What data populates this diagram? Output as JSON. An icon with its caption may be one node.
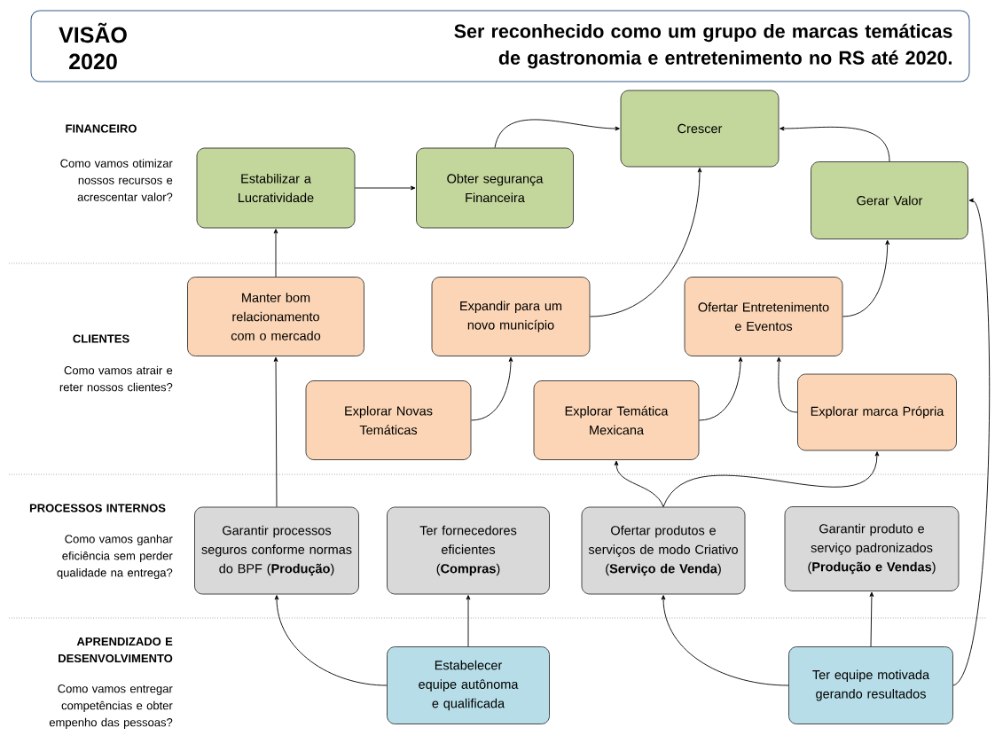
{
  "diagram": {
    "nodes": [
      {
        "text": [
          "VISÃO 2020",
          "Ser reconhecido como um grupo de marcas temáticas de gastronomia e entretenimento no RS até 2020."
        ]
      },
      {
        "text": [
          "Crescer"
        ]
      },
      {
        "text": [
          "Estabilizar a Lucratividade"
        ]
      },
      {
        "text": [
          "Obter segurança Financeira"
        ]
      },
      {
        "text": [
          "Gerar Valor"
        ]
      },
      {
        "text": [
          "Manter bom relacionamento com o mercado"
        ]
      },
      {
        "text": [
          "Expandir para um novo município"
        ]
      },
      {
        "text": [
          "Ofertar Entretenimento e Eventos"
        ]
      },
      {
        "text": [
          "Explorar Novas Temáticas"
        ]
      },
      {
        "text": [
          "Explorar Temática Mexicana"
        ]
      },
      {
        "text": [
          "Explorar marca Própria"
        ]
      },
      {
        "text": [
          "Garantir processos seguros conforme normas do BPF (**Produção**)"
        ]
      },
      {
        "text": [
          "Ter fornecedores eficientes (**Compras**)"
        ]
      },
      {
        "text": [
          "Ofertar produtos e serviços de modo Criativo (**Serviço de Venda**)"
        ]
      },
      {
        "text": [
          "Garantir produto e serviço padronizados (**Produção e Vendas**)"
        ]
      },
      {
        "text": [
          "Estabelecer equipe autônoma e qualificada"
        ]
      },
      {
        "text": [
          "Ter equipe motivada gerando resultados"
        ]
      }
    ],
    "edges": [
      {
        "from": 2,
        "to": 3,
        "arrow": "to"
      },
      {
        "from": 3,
        "to": 1,
        "arrow": "to"
      },
      {
        "from": 4,
        "to": 1,
        "arrow": "to"
      },
      {
        "from": 5,
        "to": 2,
        "arrow": "to"
      },
      {
        "from": 6,
        "to": 1,
        "arrow": "to"
      },
      {
        "from": 7,
        "to": 4,
        "arrow": "to"
      },
      {
        "from": 8,
        "to": 6,
        "arrow": "to"
      },
      {
        "from": 9,
        "to": 7,
        "arrow": "to"
      },
      {
        "from": 10,
        "to": 7,
        "arrow": "to"
      },
      {
        "from": 11,
        "to": 5,
        "arrow": "to"
      },
      {
        "from": 13,
        "to": 9,
        "arrow": "to"
      },
      {
        "from": 13,
        "to": 10,
        "arrow": "to"
      },
      {
        "from": 15,
        "to": 11,
        "arrow": "to"
      },
      {
        "from": 15,
        "to": 12,
        "arrow": "to"
      },
      {
        "from": 16,
        "to": 13,
        "arrow": "to"
      },
      {
        "from": 16,
        "to": 14,
        "arrow": "to"
      },
      {
        "from": 16,
        "to": 4,
        "arrow": "to"
      }
    ],
    "labels": [
      "FINANCEIRO",
      "Como vamos otimizar nossos recursos e acrescentar valor?",
      "CLIENTES",
      "Como vamos atrair e reter nossos clientes?",
      "PROCESSOS INTERNOS",
      "Como vamos ganhar eficiência sem perder qualidade na entrega?",
      "APRENDIZADO E DESENVOLVIMENTO",
      "Como vamos entregar competências e obter empenho das pessoas?"
    ]
  }
}
